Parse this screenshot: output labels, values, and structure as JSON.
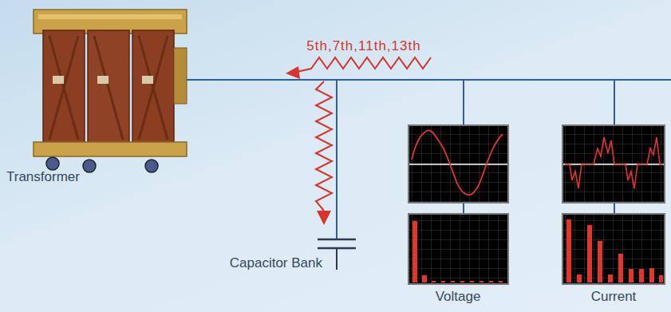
{
  "diagram": {
    "labels": [
      "5th,7th,11th,13th",
      "Transformer",
      "Capacitor Bank",
      "Voltage",
      "Current"
    ]
  }
}
